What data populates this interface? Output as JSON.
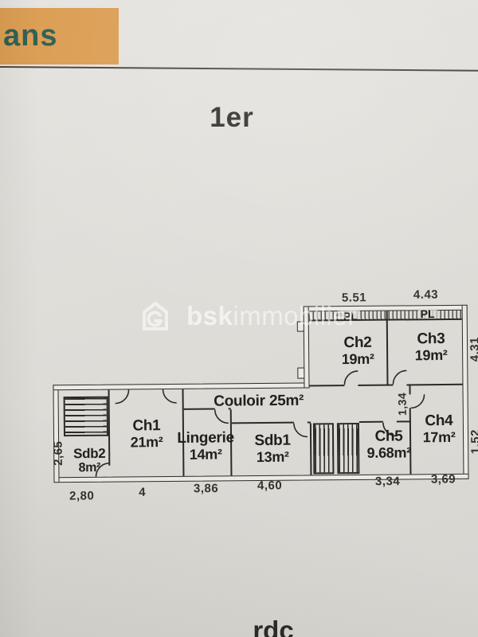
{
  "banner": {
    "text": "ans"
  },
  "page": {
    "title": "1er",
    "footer": "rdc"
  },
  "watermark": {
    "brand_bold": "bsk",
    "brand_rest": "immobilier"
  },
  "plan": {
    "closet_labels": [
      "PL",
      "PL"
    ],
    "rooms": [
      {
        "name": "Ch2",
        "area": "19m²"
      },
      {
        "name": "Ch3",
        "area": "19m²"
      },
      {
        "name": "Ch1",
        "area": "21m²"
      },
      {
        "name": "Sdb2",
        "area": "8m²"
      },
      {
        "name": "Lingerie",
        "area": "14m²"
      },
      {
        "name": "Couloir",
        "area": "25m²"
      },
      {
        "name": "Sdb1",
        "area": "13m²"
      },
      {
        "name": "Ch5",
        "area": "9.68m²"
      },
      {
        "name": "Ch4",
        "area": "17m²"
      }
    ],
    "dimensions": {
      "top": [
        "5.51",
        "4.43"
      ],
      "bottom": [
        "2,80",
        "4",
        "3,86",
        "4,60",
        "3,34",
        "3,69"
      ],
      "left": [
        "2,65"
      ],
      "inner": [
        "1,34"
      ],
      "right": [
        "4,31",
        "1,52"
      ]
    }
  },
  "colors": {
    "banner_bg": "#db9c51",
    "banner_text": "#2c5e52",
    "wall": "#2b2a27",
    "paper": "#dfddd8"
  }
}
